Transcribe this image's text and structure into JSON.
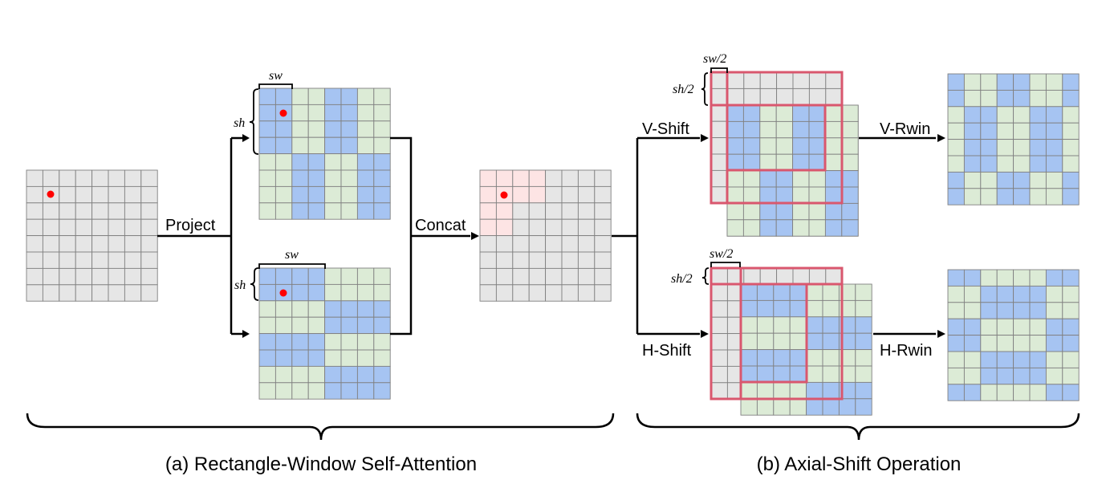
{
  "labels": {
    "project": "Project",
    "concat": "Concat",
    "v_shift": "V-Shift",
    "h_shift": "H-Shift",
    "v_rwin": "V-Rwin",
    "h_rwin": "H-Rwin"
  },
  "annotations": {
    "sw": "sw",
    "sh": "sh",
    "sw_half": "sw/2",
    "sh_half": "sh/2"
  },
  "captions": {
    "a": "(a) Rectangle-Window Self-Attention",
    "b": "(b) Axial-Shift Operation"
  },
  "colors": {
    "gray": "#e6e6e6",
    "blue": "#a6c4f2",
    "green": "#dcebd6",
    "pink": "#fde4e4",
    "window_border": "#d9576e",
    "query_dot": "#ff0000",
    "cell_border": "#808080"
  }
}
